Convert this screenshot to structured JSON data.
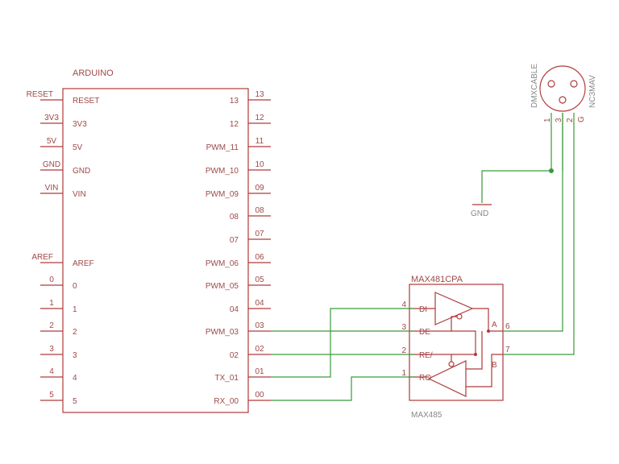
{
  "arduino": {
    "name": "ARDUINO",
    "left_pins": [
      {
        "net": "RESET",
        "label": "RESET"
      },
      {
        "net": "3V3",
        "label": "3V3"
      },
      {
        "net": "5V",
        "label": "5V"
      },
      {
        "net": "GND",
        "label": "GND"
      },
      {
        "net": "VIN",
        "label": "VIN"
      },
      {
        "net": "AREF",
        "label": "AREF"
      },
      {
        "net": "0",
        "label": "0"
      },
      {
        "net": "1",
        "label": "1"
      },
      {
        "net": "2",
        "label": "2"
      },
      {
        "net": "3",
        "label": "3"
      },
      {
        "net": "4",
        "label": "4"
      },
      {
        "net": "5",
        "label": "5"
      }
    ],
    "right_pins": [
      {
        "num": "13",
        "label": "13"
      },
      {
        "num": "12",
        "label": "12"
      },
      {
        "num": "11",
        "label": "PWM_11"
      },
      {
        "num": "10",
        "label": "PWM_10"
      },
      {
        "num": "09",
        "label": "PWM_09"
      },
      {
        "num": "08",
        "label": "08"
      },
      {
        "num": "07",
        "label": "07"
      },
      {
        "num": "06",
        "label": "PWM_06"
      },
      {
        "num": "05",
        "label": "PWM_05"
      },
      {
        "num": "04",
        "label": "04"
      },
      {
        "num": "03",
        "label": "PWM_03"
      },
      {
        "num": "02",
        "label": "02"
      },
      {
        "num": "01",
        "label": "TX_01"
      },
      {
        "num": "00",
        "label": "RX_00"
      }
    ]
  },
  "max485": {
    "name": "MAX481CPA",
    "value": "MAX485",
    "pins": [
      {
        "num": "4",
        "label": "DI"
      },
      {
        "num": "3",
        "label": "DE"
      },
      {
        "num": "2",
        "label": "RE/"
      },
      {
        "num": "1",
        "label": "RO"
      }
    ],
    "out_pins": [
      {
        "num": "6",
        "label": "A"
      },
      {
        "num": "7",
        "label": "B"
      }
    ]
  },
  "dmx": {
    "name": "DMXCABLE",
    "value": "NC3MAV",
    "pins": [
      "1",
      "3",
      "2",
      "G"
    ]
  },
  "gnd_label": "GND"
}
